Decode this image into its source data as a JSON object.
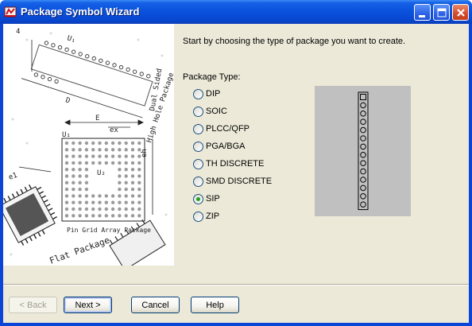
{
  "window": {
    "title": "Package Symbol Wizard"
  },
  "art": {
    "text_plcc": "4",
    "text_u1": "U₁",
    "text_u2": "U₂",
    "text_e": "E",
    "text_d": "D",
    "text_e1": "e1",
    "text_qual": "Dual Sided",
    "text_high": "High Hole Package",
    "text_pin": "Pin Grid Array Package",
    "text_flat": "Flat Package",
    "text_ex": "ex",
    "text_eh": "eh",
    "text_u_left": "U₁"
  },
  "main": {
    "prompt": "Start by choosing the type of package you want to create.",
    "package_type_label": "Package Type:",
    "options": [
      {
        "label": "DIP",
        "checked": false
      },
      {
        "label": "SOIC",
        "checked": false
      },
      {
        "label": "PLCC/QFP",
        "checked": false
      },
      {
        "label": "PGA/BGA",
        "checked": false
      },
      {
        "label": "TH DISCRETE",
        "checked": false
      },
      {
        "label": "SMD DISCRETE",
        "checked": false
      },
      {
        "label": "SIP",
        "checked": true
      },
      {
        "label": "ZIP",
        "checked": false
      }
    ],
    "preview_pin_count": 14
  },
  "buttons": {
    "back": "< Back",
    "next": "Next >",
    "cancel": "Cancel",
    "help": "Help"
  },
  "colors": {
    "titlebar": "#0a52dc",
    "dialog_bg": "#ece9d8",
    "preview_bg": "#c0c0c0",
    "radio_checked": "#21a121"
  }
}
